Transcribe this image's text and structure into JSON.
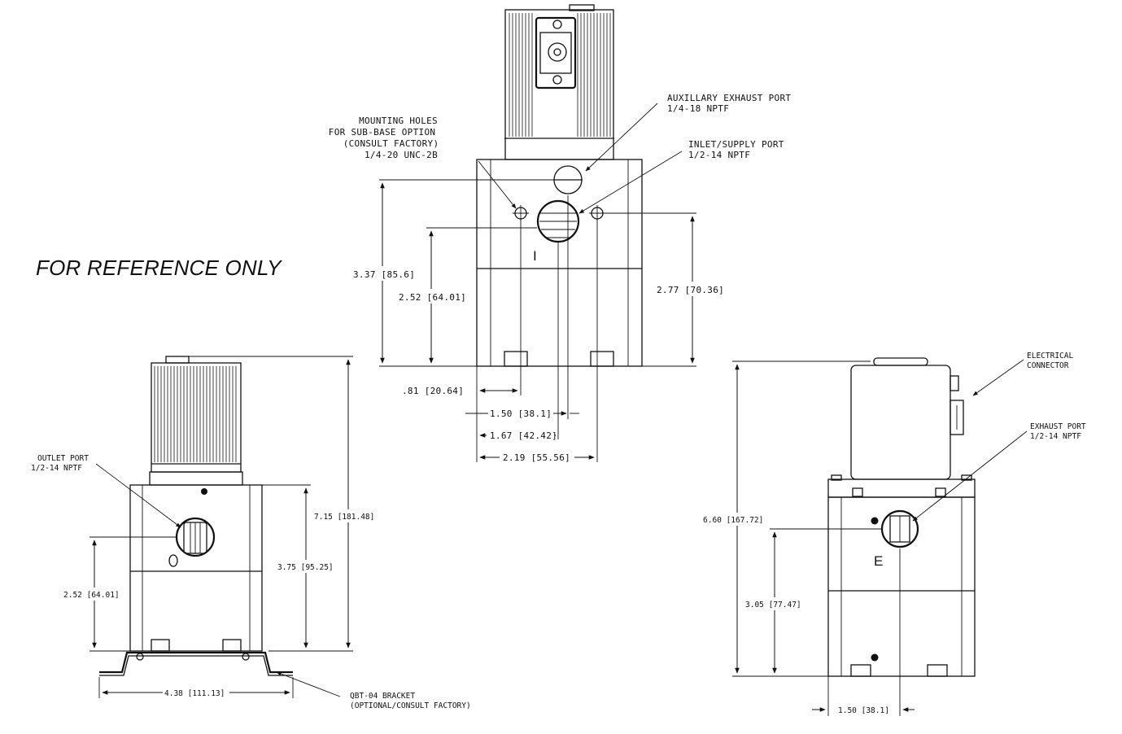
{
  "reference_note": "FOR REFERENCE ONLY",
  "front_view": {
    "callouts": {
      "aux_exhaust_line1": "AUXILLARY EXHAUST PORT",
      "aux_exhaust_line2": "1/4-18 NPTF",
      "mounting_line1": "MOUNTING HOLES",
      "mounting_line2": "FOR SUB-BASE OPTION",
      "mounting_line3": "(CONSULT FACTORY)",
      "mounting_line4": "1/4-20 UNC-2B",
      "inlet_line1": "INLET/SUPPLY PORT",
      "inlet_line2": "1/2-14 NPTF"
    },
    "port_mark": "I",
    "dimensions": {
      "height_overall": "3.37 [85.6]",
      "height_port": "2.52 [64.01]",
      "height_holes": "2.77 [70.36]",
      "w_081": ".81 [20.64]",
      "w_150": "1.50 [38.1]",
      "w_167": "1.67 [42.42]",
      "w_219": "2.19 [55.56]"
    }
  },
  "left_view": {
    "callouts": {
      "outlet_line1": "OUTLET PORT",
      "outlet_line2": "1/2-14  NPTF",
      "bracket_line1": "QBT-04 BRACKET",
      "bracket_line2": "(OPTIONAL/CONSULT FACTORY)"
    },
    "dimensions": {
      "height_total": "7.15 [181.48]",
      "height_body": "3.75 [95.25]",
      "height_port": "2.52 [64.01]",
      "bracket_width": "4.38 [111.13]"
    }
  },
  "right_view": {
    "callouts": {
      "electrical_line1": "ELECTRICAL",
      "electrical_line2": "CONNECTOR",
      "exhaust_line1": "EXHAUST PORT",
      "exhaust_line2": "1/2-14  NPTF"
    },
    "port_mark": "E",
    "dimensions": {
      "height_total": "6.60 [167.72]",
      "height_port": "3.05 [77.47]",
      "width_port": "1.50 [38.1]"
    }
  }
}
